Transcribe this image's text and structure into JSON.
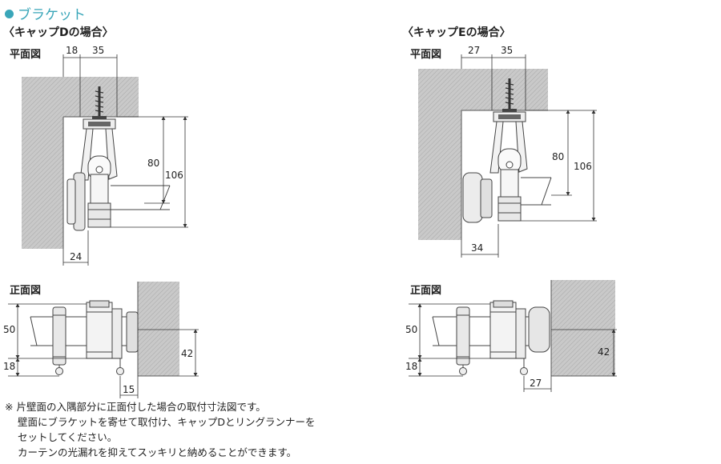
{
  "section_title": "ブラケット",
  "captions": {
    "cap_d": "〈キャップDの場合〉",
    "cap_e": "〈キャップEの場合〉"
  },
  "views": {
    "plan_d": "平面図",
    "plan_e": "平面図",
    "front_d": "正面図",
    "front_e": "正面図"
  },
  "dimensions": {
    "plan_d": {
      "top_left": "18",
      "top_right": "35",
      "height_inner": "80",
      "height_outer": "106",
      "bottom": "24"
    },
    "plan_e": {
      "top_left": "27",
      "top_right": "35",
      "height_inner": "80",
      "height_outer": "106",
      "bottom": "34"
    },
    "front_d": {
      "left_upper": "50",
      "left_lower": "18",
      "right": "42",
      "bottom": "15"
    },
    "front_e": {
      "left_upper": "50",
      "left_lower": "18",
      "right": "42",
      "bottom": "27"
    }
  },
  "notes": [
    "※ 片壁面の入隅部分に正面付した場合の取付寸法図です。",
    "壁面にブラケットを寄せて取付け、キャップDとリングランナーを",
    "セットしてください。",
    "カーテンの光漏れを抑えてスッキリと納めることができます。"
  ],
  "colors": {
    "accent": "#3aa6b9",
    "wall_fill": "#c8c8c8",
    "line": "#333333"
  }
}
